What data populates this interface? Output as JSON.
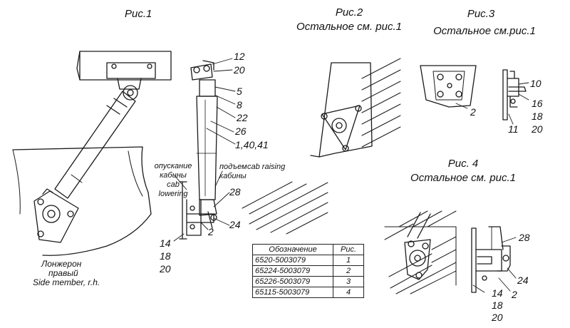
{
  "figures": {
    "fig1": {
      "title": "Рис.1"
    },
    "fig2": {
      "title": "Рис.2",
      "note": "Остальное см. рис.1"
    },
    "fig3": {
      "title": "Рис.3",
      "note": "Остальное см.рис.1"
    },
    "fig4": {
      "title": "Рис. 4",
      "note": "Остальное см. рис.1"
    }
  },
  "callouts": {
    "c12": "12",
    "c20a": "20",
    "c5": "5",
    "c8": "8",
    "c22": "22",
    "c26": "26",
    "c1_40_41": "1,40,41",
    "c28a": "28",
    "c24a": "24",
    "c2a": "2",
    "c14a": "14",
    "c18a": "18",
    "c20b": "20",
    "c2b": "2",
    "c10": "10",
    "c16": "16",
    "c18b": "18",
    "c20c": "20",
    "c11": "11",
    "c28b": "28",
    "c24b": "24",
    "c2c": "2",
    "c14b": "14",
    "c18c": "18",
    "c20d": "20"
  },
  "annotations": {
    "lowering_ru_1": "опускание",
    "lowering_ru_2": "кабины",
    "lowering_en_1": "cab",
    "lowering_en_2": "lowering",
    "raising_ru_1": "подъем",
    "raising_en": "cab raising",
    "raising_ru_2": "кабины",
    "member_ru_1": "Лонжерон",
    "member_ru_2": "правый",
    "member_en": "Side member, r.h."
  },
  "table": {
    "headers": [
      "Обозначение",
      "Рис."
    ],
    "rows": [
      [
        "6520-5003079",
        "1"
      ],
      [
        "65224-5003079",
        "2"
      ],
      [
        "65226-5003079",
        "3"
      ],
      [
        "65115-5003079",
        "4"
      ]
    ]
  }
}
